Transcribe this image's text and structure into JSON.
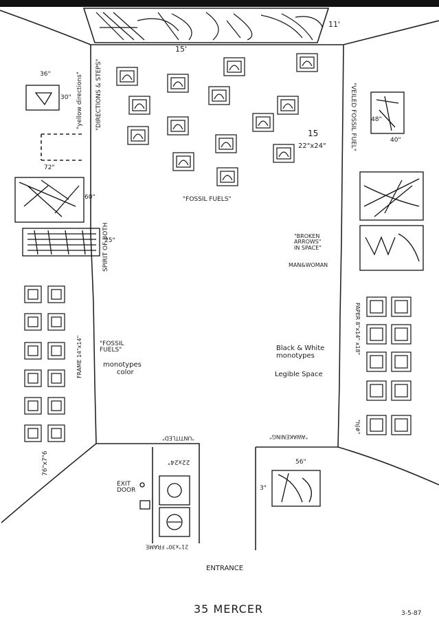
{
  "labels": {
    "top_width": "11'",
    "top_center_width": "15'",
    "directions_steps": "\"DIRECTIONS & STEPS\"",
    "yellow_directions": "\"yellow directions\"",
    "size_36": "36\"",
    "size_30": "30\"",
    "size_72": "72\"",
    "size_60": "60\"",
    "size_25": "25\"",
    "spirit_of_both": "SPIRIT OF BOTH",
    "fossil_fuels_top": "\"FOSSIL FUELS\"",
    "count_15": "15",
    "size_22x24": "22\"x24\"",
    "veiled_fossil_fuels": "\"VEILED FOSSIL FUEL\"",
    "size_48": "48\"",
    "size_40": "40\"",
    "broken_arrows_1": "\"BROKEN",
    "broken_arrows_2": "ARROWS\"",
    "broken_arrows_3": "IN SPACE\"",
    "man_woman": "MAN&WOMAN",
    "frame_14x14": "FRAME 14\"x14\"",
    "fossil_fuels_left_1": "\"FOSSIL",
    "fossil_fuels_left_2": "FUELS\"",
    "monotypes_color_1": "monotypes",
    "monotypes_color_2": "color",
    "size_76": "76\"x7\"6",
    "bw_1": "Black & White",
    "bw_2": "monotypes",
    "legible_space": "Legible Space",
    "paper_right": "PAPER 8\"x14\" x18\"",
    "size_right_lower": "\"hJ#\"",
    "untitled": "\"UNTITLED\"",
    "size_22x24_bottom": "22x24\"",
    "exit_1": "EXIT",
    "exit_2": "DOOR",
    "frame_bottom": "21\"x30\" FRAME",
    "awakening": "\"AWAKENING\"",
    "size_56": "56\"",
    "size_3": "3\"",
    "entrance": "ENTRANCE",
    "title": "35 MERCER",
    "date": "3-5-87"
  }
}
